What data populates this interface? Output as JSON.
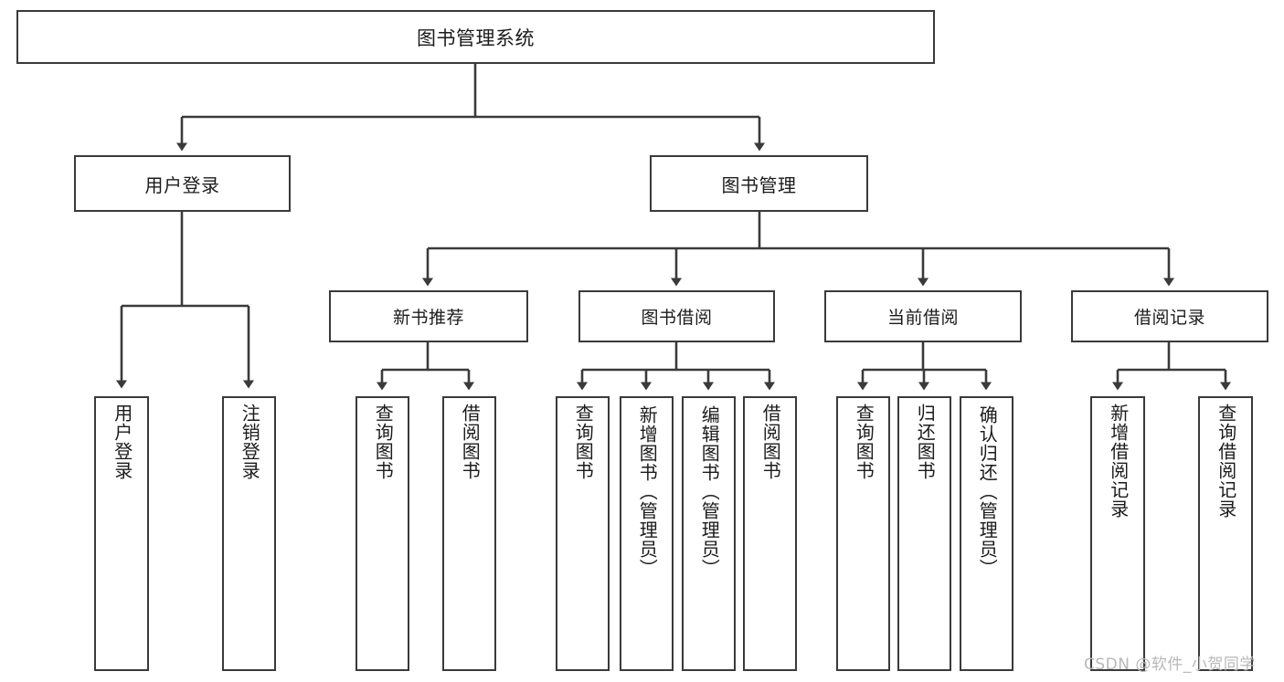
{
  "diagram": {
    "title": "图书管理系统",
    "type": "tree-hierarchy",
    "root": {
      "id": "root",
      "label": "图书管理系统"
    },
    "level1": [
      {
        "id": "user-login",
        "label": "用户登录"
      },
      {
        "id": "book-management",
        "label": "图书管理"
      }
    ],
    "level2": [
      {
        "id": "new-book-recommend",
        "label": "新书推荐",
        "parent": "book-management"
      },
      {
        "id": "book-borrow",
        "label": "图书借阅",
        "parent": "book-management"
      },
      {
        "id": "current-borrow",
        "label": "当前借阅",
        "parent": "book-management"
      },
      {
        "id": "borrow-record",
        "label": "借阅记录",
        "parent": "book-management"
      }
    ],
    "leaves": [
      {
        "id": "leaf-user-login",
        "label": "用户登录",
        "parent": "user-login"
      },
      {
        "id": "leaf-logout",
        "label": "注销登录",
        "parent": "user-login"
      },
      {
        "id": "leaf-query-book-1",
        "label": "查询图书",
        "parent": "new-book-recommend"
      },
      {
        "id": "leaf-borrow-book-1",
        "label": "借阅图书",
        "parent": "new-book-recommend"
      },
      {
        "id": "leaf-query-book-2",
        "label": "查询图书",
        "parent": "book-borrow"
      },
      {
        "id": "leaf-add-book",
        "label": "新增图书（管理员）",
        "parent": "book-borrow"
      },
      {
        "id": "leaf-edit-book",
        "label": "编辑图书（管理员）",
        "parent": "book-borrow"
      },
      {
        "id": "leaf-borrow-book-2",
        "label": "借阅图书",
        "parent": "book-borrow"
      },
      {
        "id": "leaf-query-book-3",
        "label": "查询图书",
        "parent": "current-borrow"
      },
      {
        "id": "leaf-return-book",
        "label": "归还图书",
        "parent": "current-borrow"
      },
      {
        "id": "leaf-confirm-return",
        "label": "确认归还（管理员）",
        "parent": "current-borrow"
      },
      {
        "id": "leaf-add-record",
        "label": "新增借阅记录",
        "parent": "borrow-record"
      },
      {
        "id": "leaf-query-record",
        "label": "查询借阅记录",
        "parent": "borrow-record"
      }
    ],
    "watermark": "CSDN @软件_小贺同学",
    "colors": {
      "stroke": "#3a3a3a",
      "text": "#1b1b1b",
      "background": "#ffffff",
      "watermark": "#b8b8b8"
    }
  }
}
